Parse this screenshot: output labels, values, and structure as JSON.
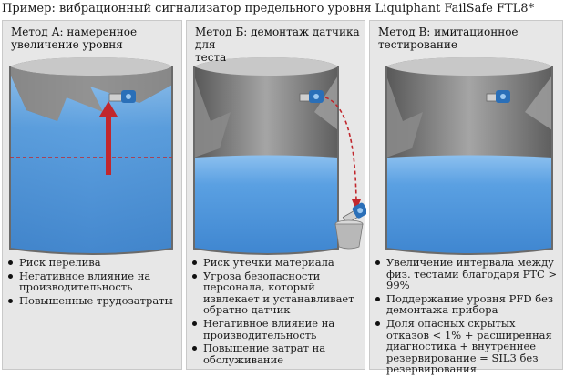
{
  "title": "Пример: вибрационный сигнализатор предельного уровня Liquiphant FailSafe FTL8*",
  "panels": [
    {
      "title_line1": "Метод А: намеренное",
      "title_line2": "увеличение уровня",
      "bullets": [
        "Риск перелива",
        "Негативное влияние на производительность",
        "Повышенные трудозатраты"
      ]
    },
    {
      "title_line1": "Метод Б: демонтаж датчика для",
      "title_line2": "теста",
      "bullets": [
        "Риск утечки материала",
        "Угроза безопасности персонала, который извлекает и устанавливает обратно датчик",
        "Негативное влияние на производительность",
        "Повышение затрат на обслуживание"
      ]
    },
    {
      "title_line1": "Метод В: имитационное",
      "title_line2": "тестирование",
      "bullets": [
        "Увеличение интервала между физ. тестами благодаря PTC > 99%",
        "Поддержание уровня PFD без демонтажа прибора",
        "Доля опасных скрытых отказов < 1% + расширенная диагностика + внутреннее резервирование = SIL3 без резервирования"
      ]
    }
  ],
  "colors": {
    "liquid": "#5b9fe0",
    "tank_wall": "#8e8e8e",
    "arrow": "#c1272d",
    "sensor": "#2a6fb8"
  }
}
